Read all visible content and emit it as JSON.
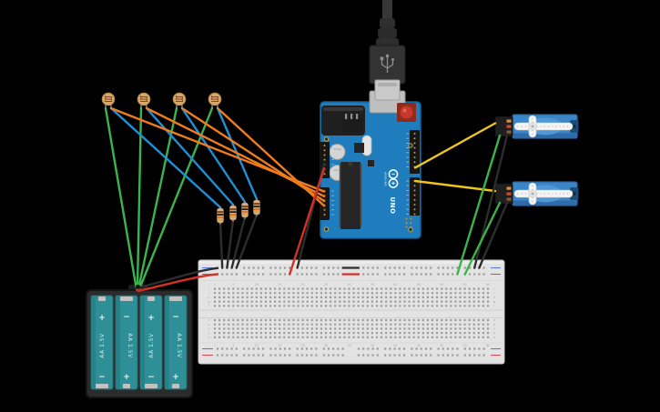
{
  "canvas": {
    "background_color": "#000000"
  },
  "arduino": {
    "brand_label": "ARDUINO",
    "model_label": "UNO",
    "board_color": "#1f7dbd"
  },
  "breadboard": {
    "column_numbers": [
      "1",
      "5",
      "10",
      "15",
      "20",
      "25",
      "30",
      "35",
      "40",
      "45",
      "50",
      "55",
      "60"
    ],
    "row_letters_top": [
      "j",
      "i",
      "h",
      "g",
      "f"
    ],
    "row_letters_bottom": [
      "e",
      "d",
      "c",
      "b",
      "a"
    ]
  },
  "battery_pack": {
    "cell_count": 4,
    "cell_label": "AA 1.5V",
    "plus_symbol": "+",
    "minus_symbol": "−"
  },
  "wire_colors": {
    "green": "#3cb44d",
    "blue": "#1f8fd6",
    "orange": "#f07d1d",
    "yellow": "#eec41f",
    "red": "#d33026",
    "black": "#2d2d2d"
  },
  "component_colors": {
    "arduino_board": "#1f7dbd",
    "breadboard": "#e3e3e3",
    "battery_cell": "#2e8f96",
    "servo_body": "#3b86c8",
    "photoresistor": "#d9a768",
    "resistor_body": "#d9ad85"
  }
}
